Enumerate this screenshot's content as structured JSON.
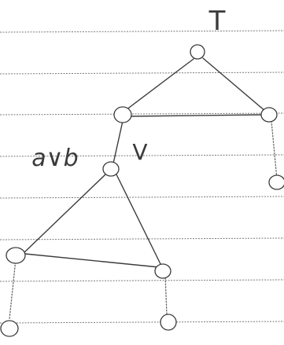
{
  "labels": {
    "top": "T",
    "node_left": "a∨b",
    "node_right": "V"
  }
}
